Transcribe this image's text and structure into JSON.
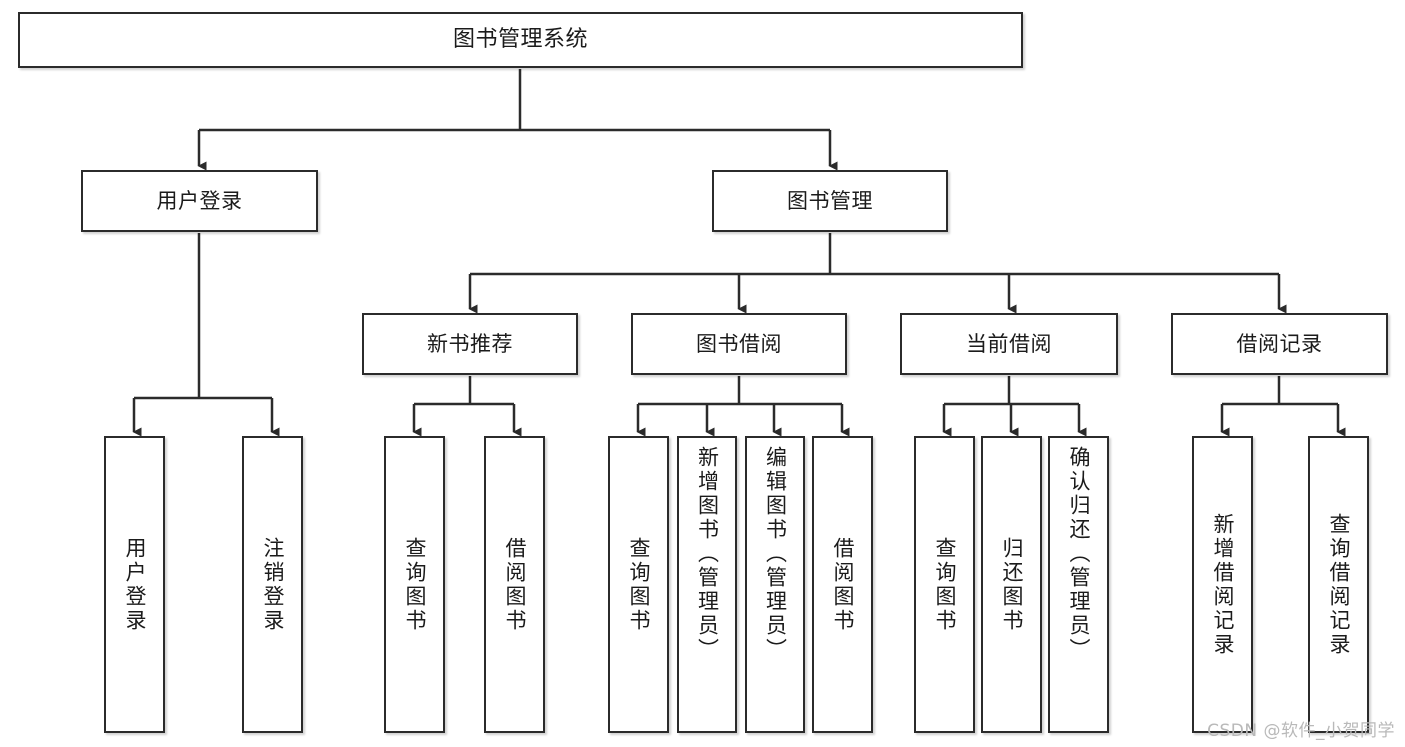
{
  "diagram": {
    "title": "图书管理系统",
    "type": "tree",
    "watermark": "CSDN @软件_小贺同学",
    "root": {
      "label": "图书管理系统"
    },
    "level2": [
      {
        "label": "用户登录"
      },
      {
        "label": "图书管理"
      }
    ],
    "level3": [
      {
        "label": "新书推荐"
      },
      {
        "label": "图书借阅"
      },
      {
        "label": "当前借阅"
      },
      {
        "label": "借阅记录"
      }
    ],
    "leaves": {
      "user_login": [
        {
          "label": "用户登录"
        },
        {
          "label": "注销登录"
        }
      ],
      "new_book": [
        {
          "label": "查询图书"
        },
        {
          "label": "借阅图书"
        }
      ],
      "borrow_book": [
        {
          "label": "查询图书"
        },
        {
          "label": "新增图书（管理员）"
        },
        {
          "label": "编辑图书（管理员）"
        },
        {
          "label": "借阅图书"
        }
      ],
      "current_borrow": [
        {
          "label": "查询图书"
        },
        {
          "label": "归还图书"
        },
        {
          "label": "确认归还（管理员）"
        }
      ],
      "borrow_record": [
        {
          "label": "新增借阅记录"
        },
        {
          "label": "查询借阅记录"
        }
      ]
    },
    "colors": {
      "stroke": "#2b2b2b",
      "fill": "#ffffff",
      "text": "#1b1b1b",
      "watermark": "#b9b9b9"
    }
  }
}
